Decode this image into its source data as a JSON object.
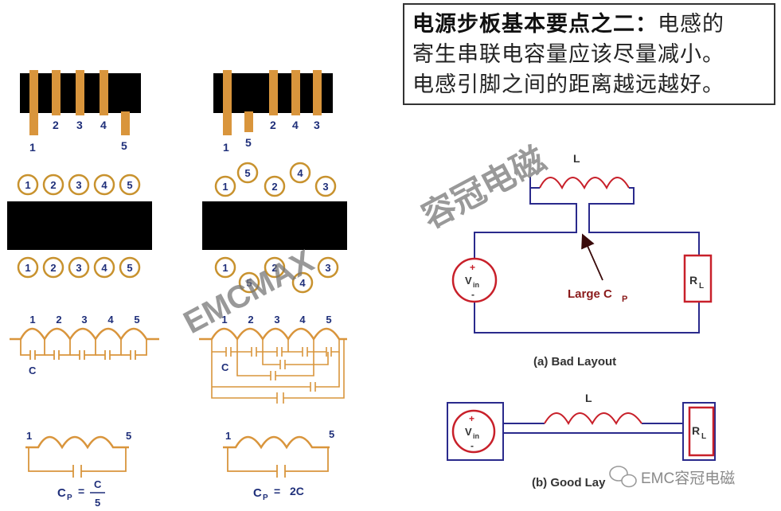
{
  "callout": {
    "title": "电源步板基本要点之二：",
    "line1_rest": "电感的",
    "line2": "寄生串联电容量应该尽量减小。",
    "line3": "电感引脚之间的距离越远越好。"
  },
  "left_panel": {
    "pins_top": [
      "1",
      "2",
      "3",
      "4",
      "5"
    ],
    "pads_top": [
      "1",
      "2",
      "3",
      "4",
      "5"
    ],
    "pads_bottom": [
      "1",
      "2",
      "3",
      "4",
      "5"
    ],
    "coil_numbers": [
      "1",
      "2",
      "3",
      "4",
      "5"
    ],
    "cap_label": "C",
    "equiv_start": "1",
    "equiv_end": "5",
    "cp_label": "C",
    "cp_sub": "P",
    "cp_eq": "=",
    "cp_num": "C",
    "cp_den": "5"
  },
  "right_panel": {
    "pins_top": [
      "1",
      "5",
      "2",
      "4",
      "3"
    ],
    "pads_top": [
      "1",
      "5",
      "2",
      "4",
      "3"
    ],
    "pads_bottom": [
      "1",
      "5",
      "2",
      "4",
      "3"
    ],
    "coil_numbers": [
      "1",
      "2",
      "3",
      "4",
      "5"
    ],
    "cap_label": "C",
    "equiv_start": "1",
    "equiv_end": "5",
    "cp_label": "C",
    "cp_sub": "P",
    "cp_eq": "=",
    "cp_value": "2C"
  },
  "bad_layout": {
    "inductor": "L",
    "source": "V",
    "source_sub": "in",
    "plus": "+",
    "minus": "-",
    "load": "R",
    "load_sub": "L",
    "annotation": "Large C",
    "annotation_sub": "P",
    "caption": "(a) Bad Layout"
  },
  "good_layout": {
    "inductor": "L",
    "source": "V",
    "source_sub": "in",
    "plus": "+",
    "minus": "-",
    "load": "R",
    "load_sub": "L",
    "caption": "(b) Good Lay"
  },
  "watermarks": {
    "cn": "容冠电磁",
    "en": "EMCMAX",
    "footer": "EMC容冠电磁"
  },
  "colors": {
    "copper": "#d9953c",
    "trace": "#2a2a8c",
    "red": "#c8202a",
    "label_blue": "#1f2f7a"
  }
}
